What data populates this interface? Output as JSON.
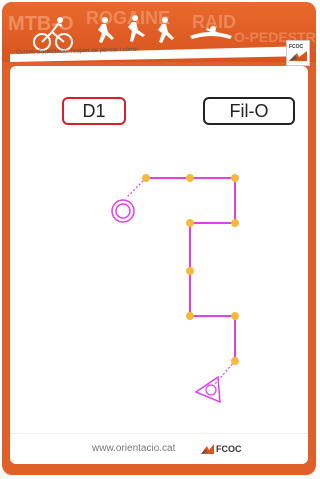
{
  "header": {
    "decor_words": [
      "MTB-O",
      "ROGAINE",
      "RAID",
      "O-PEDESTRE"
    ],
    "slogan": "Curses d'orientació: l'esport de pensar i córrer",
    "badge_text": "FCOC"
  },
  "card": {
    "category_label": "D1",
    "discipline_label": "Fil-O"
  },
  "footer": {
    "url": "www.orientacio.cat",
    "logo_text": "FCOC"
  },
  "colors": {
    "frame_orange": "#e0602a",
    "course_magenta": "#e040e8",
    "control_dot": "#f6b93b",
    "category_border": "#d91e2b"
  },
  "icons": {
    "start": "start-triangle-icon",
    "finish": "finish-double-circle-icon",
    "silhouettes": "runner-cyclist-silhouettes-icon",
    "fcoc": "fcoc-logo-icon"
  }
}
